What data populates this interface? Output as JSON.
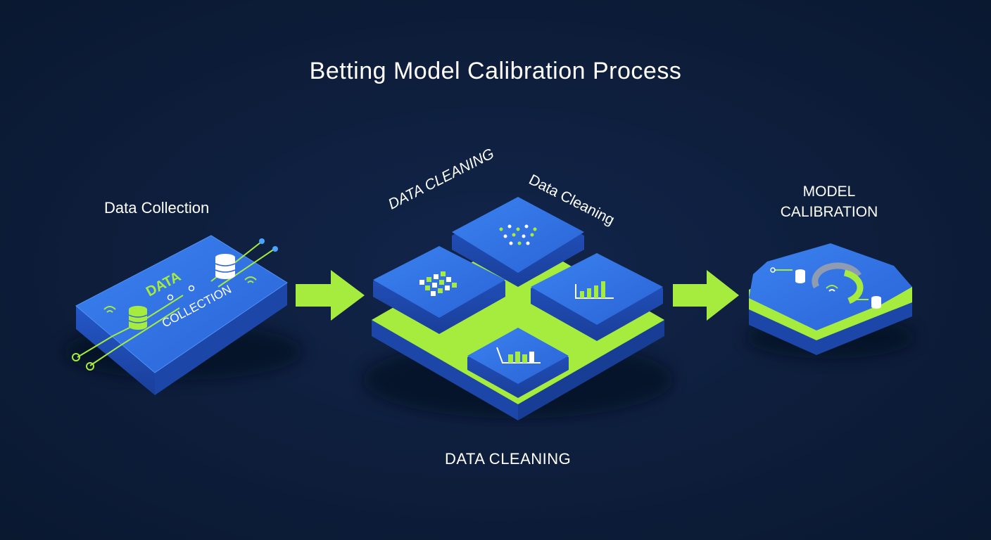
{
  "title": "Betting Model Calibration Process",
  "stages": {
    "collection": {
      "label": "Data Collection",
      "tile_text_1": "DATA",
      "tile_text_2": "COLLECTION"
    },
    "cleaning": {
      "label_angled_left": "DATA CLEANING",
      "label_angled_right": "Data Cleaning",
      "label_bottom": "DATA CLEANING"
    },
    "calibration": {
      "label_line_1": "MODEL",
      "label_line_2": "CALIBRATION"
    }
  },
  "colors": {
    "background": "#0d1d3a",
    "tile_blue": "#2f6fe0",
    "tile_blue_side": "#1f4fb8",
    "accent_green": "#a6ec3f",
    "text": "#ffffff"
  },
  "icons": [
    "database-icon",
    "wifi-icon",
    "dot-grid-icon",
    "bar-chart-icon",
    "gauge-icon",
    "arrow-right-icon"
  ]
}
